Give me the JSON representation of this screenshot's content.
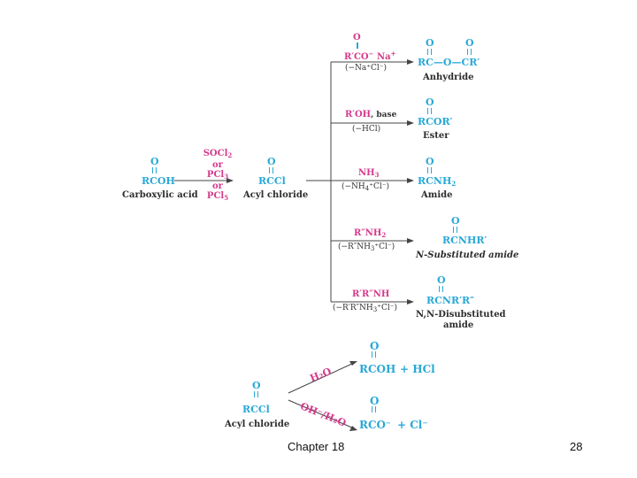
{
  "colors": {
    "cyan": "#29a8d6",
    "magenta": "#d43a8c",
    "dark": "#2c2c2c"
  },
  "carboxylic": {
    "o": "O",
    "formula": "RCOH",
    "name": "Carboxylic acid"
  },
  "reagent1": {
    "socl": "SOCl",
    "socl_sub": "2",
    "or1": "or",
    "pcl3": "PCl",
    "pcl3_sub": "3",
    "or2": "or",
    "pcl5": "PCl",
    "pcl5_sub": "5"
  },
  "acyl": {
    "o": "O",
    "formula": "RCCl",
    "name": "Acyl chloride"
  },
  "branches": {
    "anhydride": {
      "reagent_o": "O",
      "reagent": "R′CO",
      "reagent_ion": "Na",
      "byproduct": "(−Na⁺Cl⁻)",
      "o1": "O",
      "o2": "O",
      "product": "RC—O—CR′",
      "name": "Anhydride"
    },
    "ester": {
      "reagent": "R′OH",
      "reagent_suffix": ", base",
      "byproduct": "(−HCl)",
      "o": "O",
      "product": "RCOR′",
      "name": "Ester"
    },
    "amide": {
      "reagent": "NH",
      "reagent_sub": "3",
      "byproduct": "(−NH",
      "byproduct_sub": "4",
      "byproduct_end": "⁺Cl⁻)",
      "o": "O",
      "product": "RCNH",
      "product_sub": "2",
      "name": "Amide"
    },
    "nsub": {
      "reagent": "R″NH",
      "reagent_sub": "2",
      "byproduct": "(−R″NH",
      "byproduct_sub": "3",
      "byproduct_end": "⁺Cl⁻)",
      "o": "O",
      "product": "RCNHR′",
      "name": "N-Substituted amide"
    },
    "nndi": {
      "reagent": "R′R″NH",
      "byproduct": "(−R′R″NH",
      "byproduct_sub": "3",
      "byproduct_end": "⁺Cl⁻)",
      "o": "O",
      "product": "RCNR′R″",
      "name1": "N,N-Disubstituted",
      "name2": "amide"
    }
  },
  "hydrolysis": {
    "acyl_o": "O",
    "acyl_formula": "RCCl",
    "acyl_name": "Acyl chloride",
    "upper_reagent": "H₂O",
    "upper_o": "O",
    "upper_product": "RCOH",
    "upper_extra": "+ HCl",
    "lower_reagent": "OH⁻/H₂O",
    "lower_o": "O",
    "lower_product": "RCO",
    "lower_extra": "+ Cl⁻"
  },
  "footer": {
    "chapter": "Chapter 18",
    "page": "28"
  }
}
